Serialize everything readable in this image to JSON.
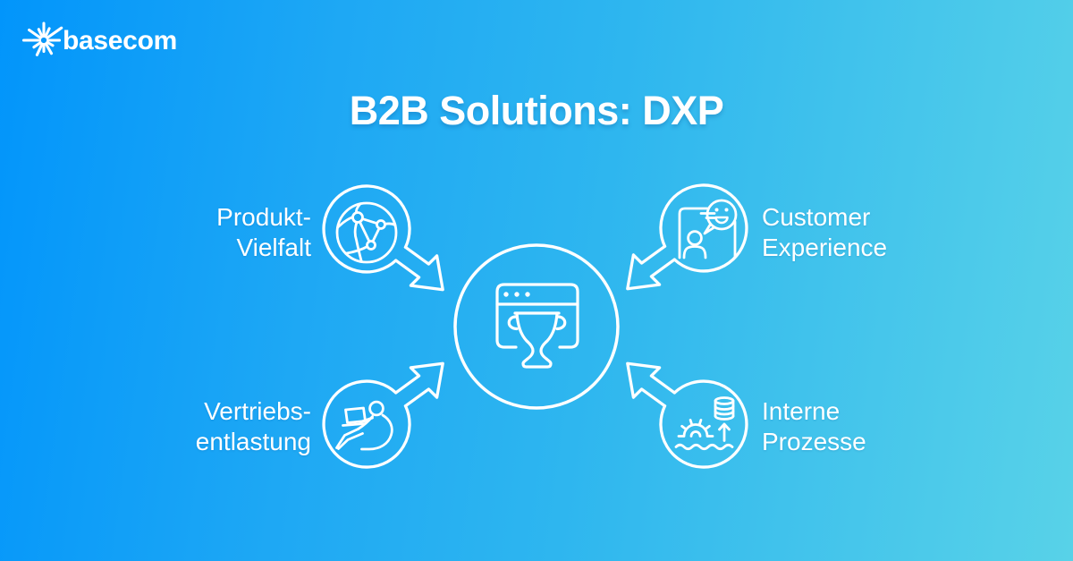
{
  "brand": {
    "name": "basecom",
    "icon": "starburst"
  },
  "title": "B2B Solutions: DXP",
  "center": {
    "icon": "browser-trophy"
  },
  "nodes": [
    {
      "id": "produkt-vielfalt",
      "position": "top-left",
      "icon": "globe-network",
      "label_lines": [
        "Produkt-",
        "Vielfalt"
      ]
    },
    {
      "id": "customer-experience",
      "position": "top-right",
      "icon": "profile-smiley",
      "label_lines": [
        "Customer",
        "Experience"
      ]
    },
    {
      "id": "vertriebs-entlastung",
      "position": "bottom-left",
      "icon": "person-laptop",
      "label_lines": [
        "Vertriebs-",
        "entlastung"
      ]
    },
    {
      "id": "interne-prozesse",
      "position": "bottom-right",
      "icon": "database-gear",
      "label_lines": [
        "Interne",
        "Prozesse"
      ]
    }
  ],
  "colors": {
    "gradient_left": "#0295fb",
    "gradient_mid": "#2eb6ef",
    "gradient_right": "#58d2e8",
    "line": "#ffffff"
  }
}
